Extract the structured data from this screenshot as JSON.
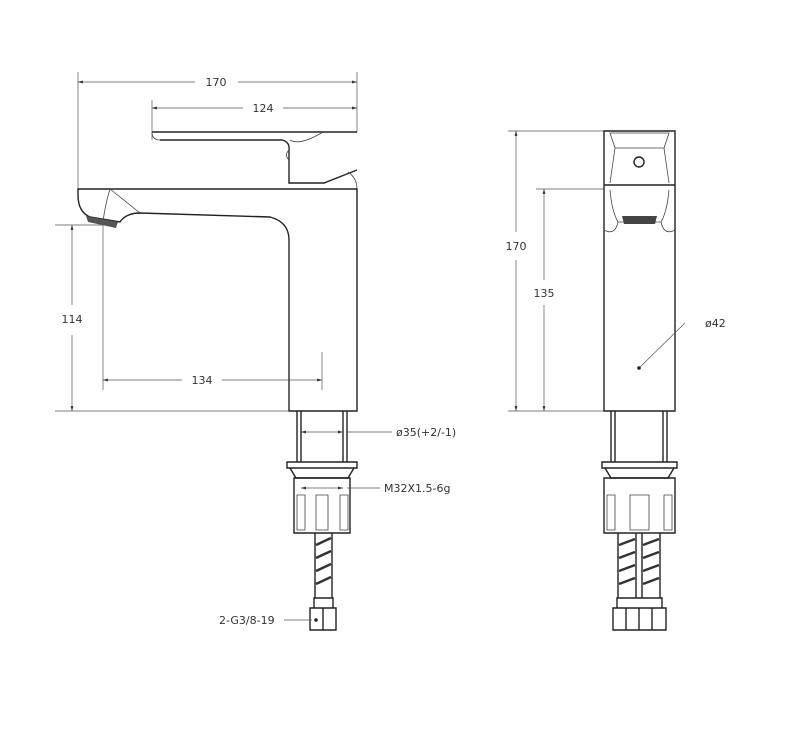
{
  "drawing": {
    "side_view": {
      "overall_width": "170",
      "lever_length": "124",
      "spout_height": "114",
      "spout_reach": "134",
      "shank_diameter": "ø35(+2/-1)",
      "thread": "M32X1.5-6g",
      "hose_connection": "2-G3/8-19"
    },
    "front_view": {
      "overall_height": "170",
      "body_height": "135",
      "body_diameter": "ø42"
    }
  }
}
